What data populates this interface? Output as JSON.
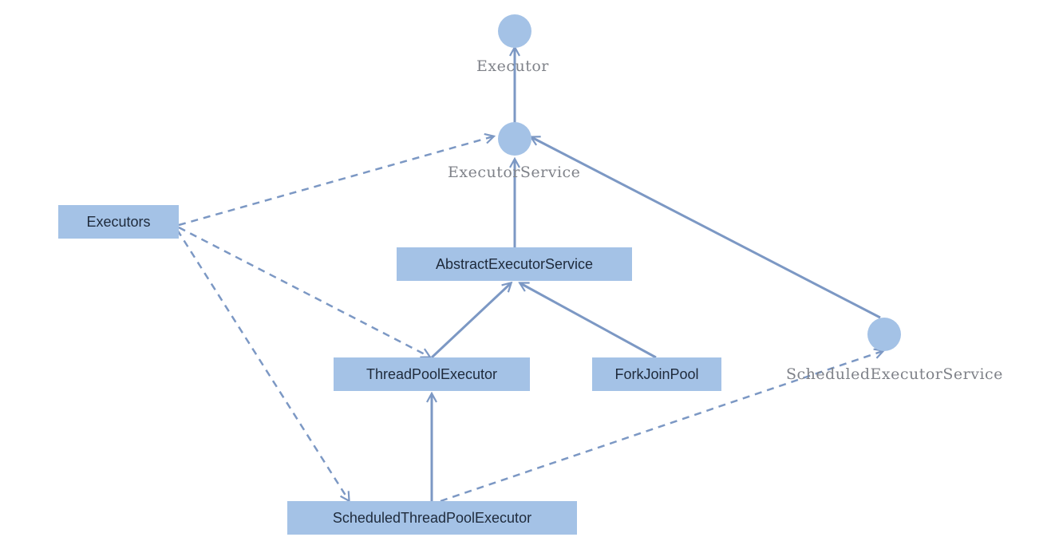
{
  "interfaces": {
    "executor": {
      "label": "Executor"
    },
    "executor_service": {
      "label": "ExecutorService"
    },
    "scheduled_executor_service": {
      "label": "ScheduledExecutorService"
    }
  },
  "classes": {
    "executors": {
      "label": "Executors"
    },
    "abstract_executor_service": {
      "label": "AbstractExecutorService"
    },
    "thread_pool_executor": {
      "label": "ThreadPoolExecutor"
    },
    "fork_join_pool": {
      "label": "ForkJoinPool"
    },
    "scheduled_thread_pool_executor": {
      "label": "ScheduledThreadPoolExecutor"
    }
  },
  "colors": {
    "node_fill": "#a4c2e6",
    "edge_stroke": "#7c98c4",
    "label_text": "#7f8289",
    "class_text": "#1e2a3b"
  }
}
